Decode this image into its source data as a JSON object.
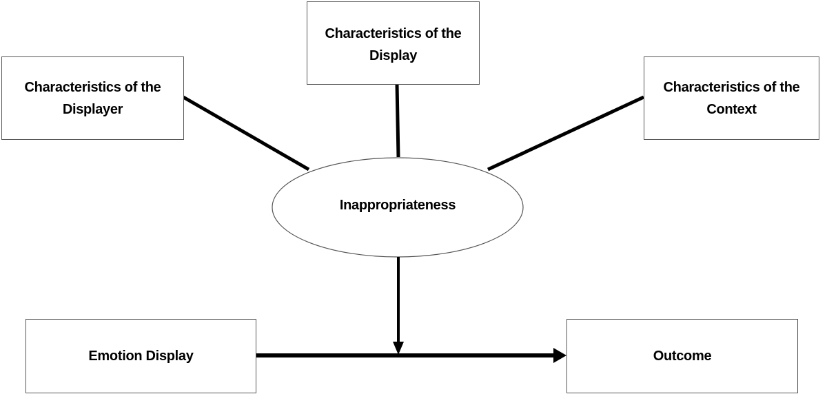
{
  "diagram": {
    "nodes": {
      "displayer": {
        "line1": "Characteristics of the",
        "line2": "Displayer"
      },
      "display": {
        "line1": "Characteristics of the",
        "line2": "Display"
      },
      "context": {
        "line1": "Characteristics of the",
        "line2": "Context"
      },
      "moderator": {
        "label": "Inappropriateness"
      },
      "emotion": {
        "label": "Emotion Display"
      },
      "outcome": {
        "label": "Outcome"
      }
    },
    "edges": [
      {
        "from": "displayer",
        "to": "moderator",
        "type": "line"
      },
      {
        "from": "display",
        "to": "moderator",
        "type": "line"
      },
      {
        "from": "context",
        "to": "moderator",
        "type": "line"
      },
      {
        "from": "moderator",
        "to": "emotion-outcome-path",
        "type": "arrow"
      },
      {
        "from": "emotion",
        "to": "outcome",
        "type": "arrow"
      }
    ],
    "colors": {
      "stroke": "#000000",
      "border": "#555555",
      "background": "#ffffff"
    }
  }
}
